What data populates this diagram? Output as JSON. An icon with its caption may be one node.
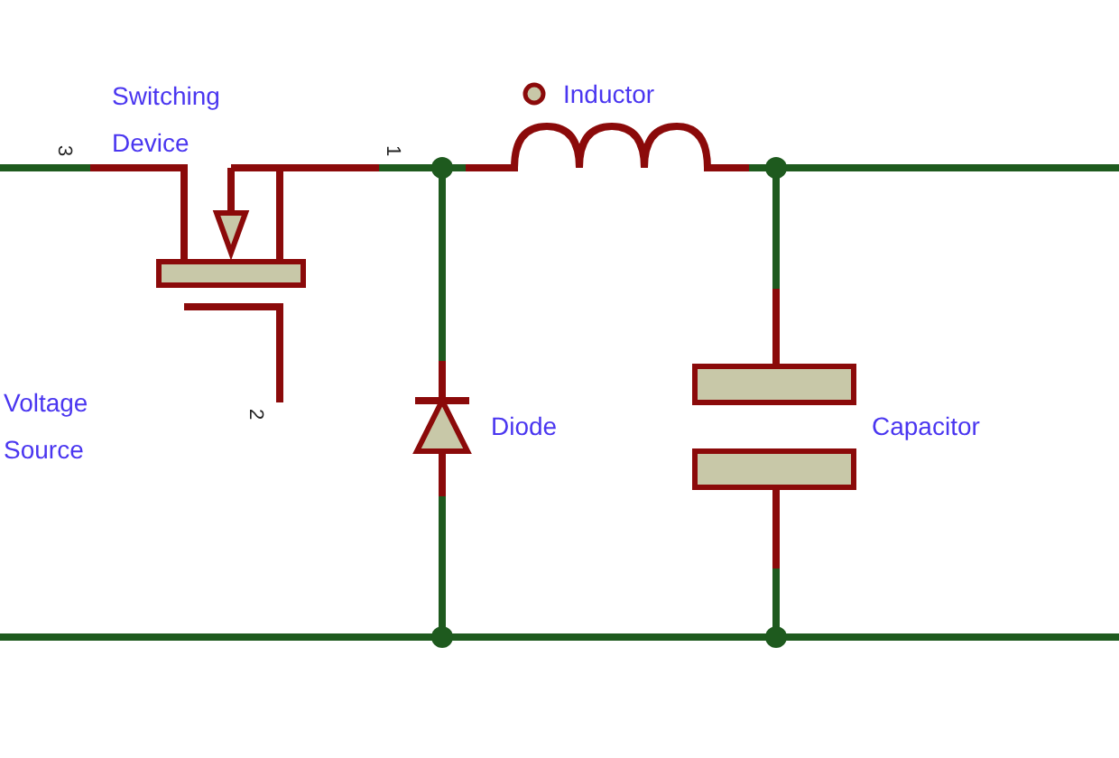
{
  "diagram": {
    "labels": [
      "Switching Device",
      "Inductor",
      "3",
      "1",
      "Voltage Source",
      "2",
      "Diode",
      "Capacitor"
    ]
  }
}
